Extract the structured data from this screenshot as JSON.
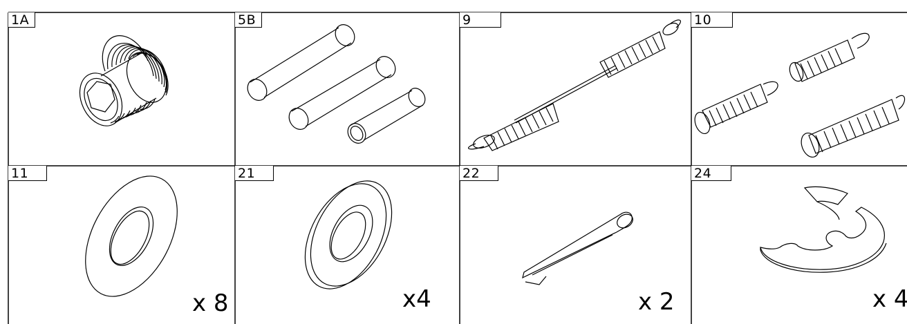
{
  "parts": [
    {
      "id": "1A",
      "name": "threaded-insert",
      "qty": ""
    },
    {
      "id": "5B",
      "name": "pins-set",
      "qty": ""
    },
    {
      "id": "9",
      "name": "spring-pair-with-rod",
      "qty": ""
    },
    {
      "id": "10",
      "name": "springs-set",
      "qty": ""
    },
    {
      "id": "11",
      "name": "flat-washer",
      "qty": "x 8"
    },
    {
      "id": "21",
      "name": "thick-washer",
      "qty": "x4"
    },
    {
      "id": "22",
      "name": "cotter-pin",
      "qty": "x 2"
    },
    {
      "id": "24",
      "name": "e-clip",
      "qty": "x 4"
    }
  ],
  "colors": {
    "line": "#000000",
    "background": "#ffffff"
  }
}
